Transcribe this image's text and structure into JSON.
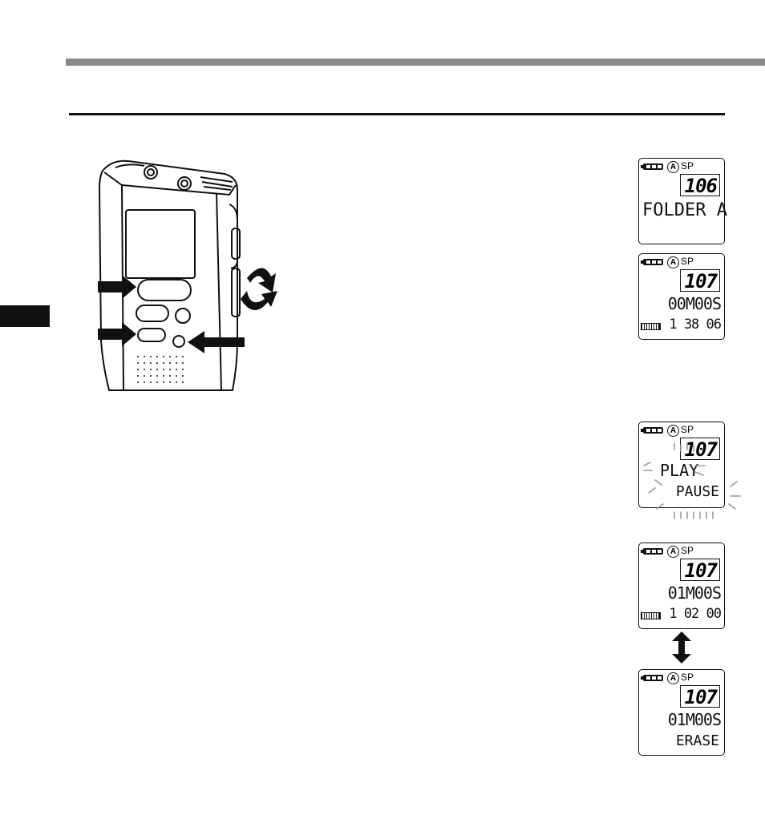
{
  "screens": [
    {
      "mode": "SP",
      "folder_letter": "A",
      "file_number": "106",
      "line1": "FOLDER A"
    },
    {
      "mode": "SP",
      "folder_letter": "A",
      "file_number": "107",
      "time": "00M00S",
      "length": "1 38 06"
    },
    {
      "mode": "SP",
      "folder_letter": "A",
      "file_number": "107",
      "line1": "PLAY",
      "line2": "PAUSE"
    },
    {
      "mode": "SP",
      "folder_letter": "A",
      "file_number": "107",
      "time": "01M00S",
      "length": "1 02 00"
    },
    {
      "mode": "SP",
      "folder_letter": "A",
      "file_number": "107",
      "time": "01M00S",
      "line2": "ERASE"
    }
  ]
}
